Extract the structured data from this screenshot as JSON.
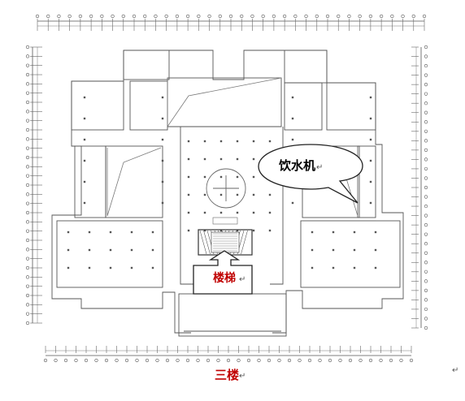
{
  "callout": {
    "label": "饮水机"
  },
  "stairs": {
    "label": "楼梯"
  },
  "floor": {
    "label": "三楼"
  },
  "paragraph_mark": "↵",
  "colors": {
    "label_red": "#c00000",
    "line": "#777777",
    "wall": "#555555"
  },
  "icons": {
    "paragraph": "paragraph-mark-icon",
    "arrow": "up-arrow-icon"
  }
}
